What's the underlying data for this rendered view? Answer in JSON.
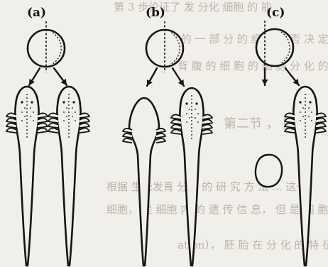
{
  "figure": {
    "panels": [
      {
        "label": "(a)",
        "embryos_left": "normal",
        "embryos_right": "normal"
      },
      {
        "label": "(b)",
        "embryos_left": "belly-piece",
        "embryos_right": "normal"
      },
      {
        "label": "(c)",
        "embryos_left": "cell-mass",
        "embryos_right": "normal"
      }
    ]
  },
  "background_text": {
    "lines": [
      "第 3 步论证了 发 分化 细胞 的 能",
      "胚胎 的 一 部 分 的 细胞 是 否 决 定 一 个 完 整 的 个 体",
      "背 腹 的 细 胞 的 细 胞 分 化 的 预 定 命 运 仍",
      "第二节 ，  胚 胎",
      "根据 生长发育 分化 的 研 究 方 法 ... 这一",
      "细胞， 是 细胞 内 的 遗 传 信 息， 但 是 细 胞",
      "ation），  胚 胎 在 分 化 的 特 征 上"
    ]
  },
  "colors": {
    "ink": "#141414",
    "paper": "#f1efe9",
    "faded_text": "#b9b5ae"
  }
}
